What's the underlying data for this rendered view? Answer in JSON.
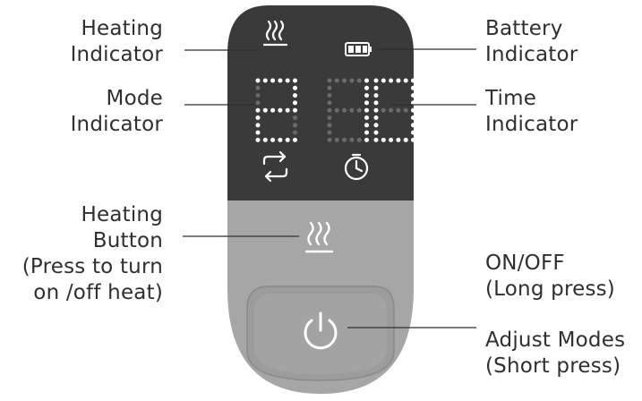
{
  "labels": {
    "heating_indicator": "Heating\nIndicator",
    "battery_indicator": "Battery\nIndicator",
    "mode_indicator": "Mode\nIndicator",
    "time_indicator": "Time\nIndicator",
    "heating_button": "Heating\nButton\n(Press to turn\non /off heat)",
    "on_off": "ON/OFF\n(Long press)",
    "adjust_modes": "Adjust Modes\n(Short press)"
  },
  "display": {
    "mode_digit": "2",
    "time_digits": "10"
  },
  "icons": {
    "heating_indicator": "heat-waves-icon",
    "battery": "battery-icon",
    "mode": "cycle-arrows-icon",
    "timer": "timer-icon",
    "heating_button": "heat-waves-icon",
    "power": "power-icon"
  },
  "colors": {
    "panel_dark": "#3a3a3a",
    "panel_light": "#a6a6a6",
    "button_face": "#9c9c9c",
    "led": "#ffffff",
    "led_dim": "#6b6b6b",
    "leader_line": "#2f2f2f"
  }
}
